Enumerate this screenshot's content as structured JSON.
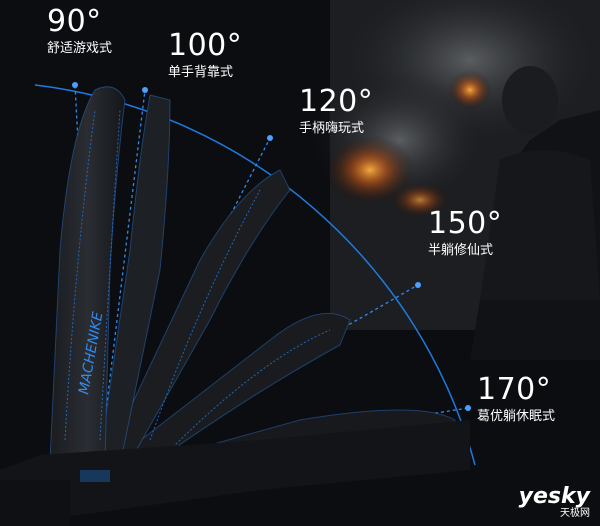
{
  "angles": [
    {
      "degree": "90°",
      "mode": "舒适游戏式"
    },
    {
      "degree": "100°",
      "mode": "单手背靠式"
    },
    {
      "degree": "120°",
      "mode": "手柄嗨玩式"
    },
    {
      "degree": "150°",
      "mode": "半躺修仙式"
    },
    {
      "degree": "170°",
      "mode": "葛优躺休眠式"
    }
  ],
  "brand_logo": "MACHENIKE",
  "watermark": {
    "main": "yesky",
    "sub": "天极网"
  },
  "colors": {
    "accent": "#1f7ae0",
    "background": "#0b0d10",
    "text": "#ffffff"
  }
}
